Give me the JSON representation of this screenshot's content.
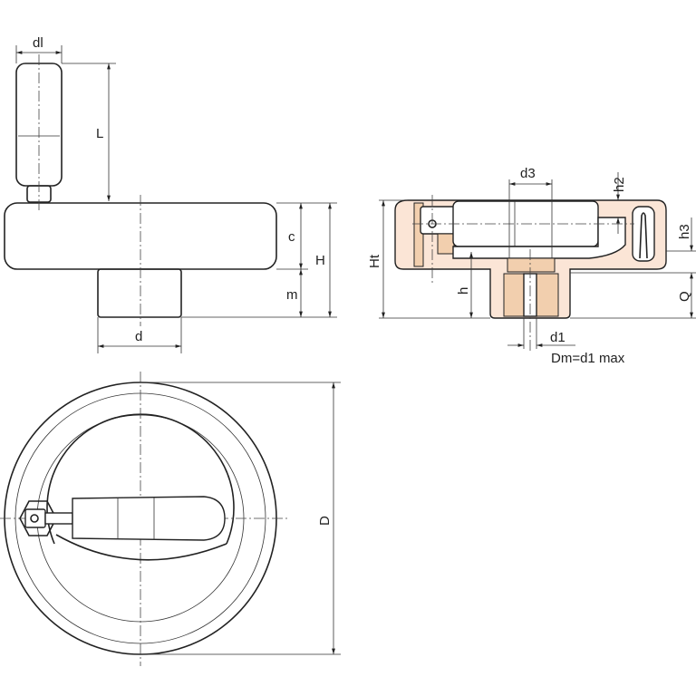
{
  "drawing": {
    "title": "Handwheel with revolving handle - dimensional drawing",
    "colors": {
      "section_light": "#fbe5d6",
      "section_dark": "#f2cfae",
      "line": "#222222"
    },
    "side_view_labels": {
      "dl": "dl",
      "L": "L",
      "c": "c",
      "H": "H",
      "m": "m",
      "d": "d"
    },
    "section_view_labels": {
      "d3": "d3",
      "h2": "h2",
      "h3": "h3",
      "Ht": "Ht",
      "h": "h",
      "Q": "Q",
      "d1": "d1",
      "note": "Dm=d1 max"
    },
    "front_view_labels": {
      "D": "D"
    }
  }
}
